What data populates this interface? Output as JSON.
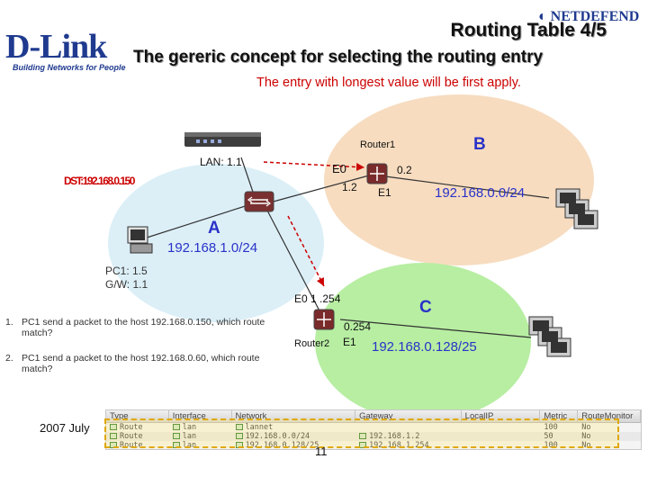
{
  "header": {
    "dlink_brand": "D-Link",
    "dlink_tagline": "Building Networks for People",
    "netdefend_brand": "NETDEFEND",
    "title": "Routing Table 4/5",
    "subtitle": "The gereric concept for selecting the routing entry",
    "rule": "The entry with longest value will be first apply."
  },
  "diagram": {
    "lan_label": "LAN: 1.1",
    "dst_overlay": "DST:192.168.0.150",
    "router1_label": "Router1",
    "router1_e0": "E0",
    "router1_e0_ip": "1.2",
    "router1_e1": "E1",
    "router1_e1_ip": "0.2",
    "zone_a": "A",
    "zone_a_net": "192.168.1.0/24",
    "zone_b": "B",
    "zone_b_net": "192.168.0.0/24",
    "zone_c": "C",
    "zone_c_net": "192.168.0.128/25",
    "pc1_line1": "PC1: 1.5",
    "pc1_line2": "G/W: 1.1",
    "router2_label": "Router2",
    "router2_e0": "E0",
    "router2_e0_ip": "1 .254",
    "router2_e1": "E1",
    "router2_e1_ip": "0.254",
    "colors": {
      "zone_a": "#dceff7",
      "zone_b": "#f7dcc0",
      "zone_c": "#b7eea2",
      "arrow": "#cc0000",
      "label_blue": "#2a32c8"
    }
  },
  "questions": [
    {
      "num": "1.",
      "text": "PC1 send a packet to the host 192.168.0.150, which route match?"
    },
    {
      "num": "2.",
      "text": "PC1 send a packet to the host 192.168.0.60, which route match?"
    }
  ],
  "footer": {
    "date": "2007 July",
    "page": "11"
  },
  "route_table": {
    "headers": [
      "Type",
      "Interface",
      "Network",
      "Gateway",
      "LocalIP",
      "Metric",
      "RouteMonitor"
    ],
    "rows": [
      [
        "Route",
        "lan",
        "lannet",
        "",
        "",
        "100",
        "No"
      ],
      [
        "Route",
        "lan",
        "192.168.0.0/24",
        "192.168.1.2",
        "",
        "50",
        "No"
      ],
      [
        "Route",
        "lan",
        "192.168.0.128/25",
        "192.168.1.254",
        "",
        "100",
        "No"
      ]
    ]
  }
}
